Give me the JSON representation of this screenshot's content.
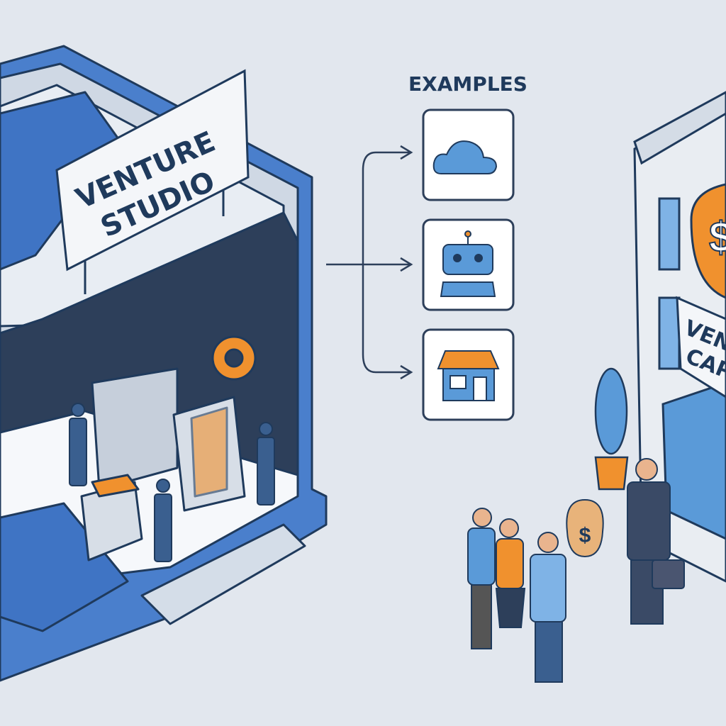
{
  "studio": {
    "sign_line1": "VENTURE",
    "sign_line2": "STUDIO"
  },
  "examples": {
    "heading": "EXAMPLES",
    "items": [
      {
        "icon": "cloud-icon"
      },
      {
        "icon": "robot-icon"
      },
      {
        "icon": "storefront-icon"
      }
    ]
  },
  "vc": {
    "sign_line1": "VENT",
    "sign_line2": "CAP",
    "money_symbol": "$"
  },
  "colors": {
    "background": "#e2e7ee",
    "blue": "#3f74c4",
    "navy": "#1f3a5c",
    "orange": "#f0912e",
    "light_blue": "#7fb3e6"
  }
}
